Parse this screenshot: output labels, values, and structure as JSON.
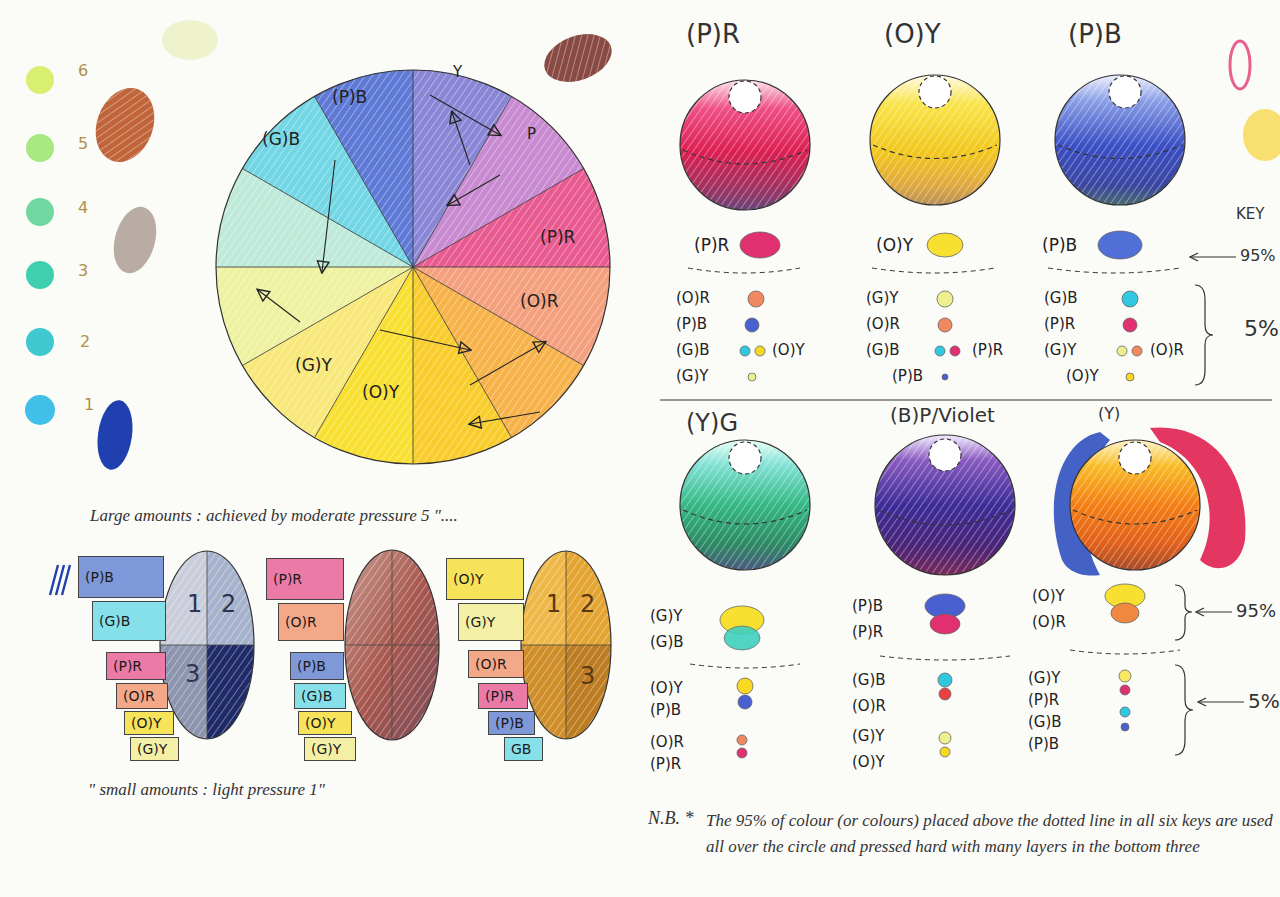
{
  "diagram": {
    "nodes": [
      {
        "text": [
          "(P)B"
        ]
      },
      {
        "text": [
          "(G)B"
        ]
      },
      {
        "text": [
          "(P)R"
        ]
      },
      {
        "text": [
          "(O)R"
        ]
      },
      {
        "text": [
          "(O)Y"
        ]
      },
      {
        "text": [
          "(G)Y"
        ]
      },
      {
        "text": [
          "1",
          "2",
          "3"
        ]
      },
      {
        "text": [
          "(P)R"
        ]
      },
      {
        "text": [
          "(O)R"
        ]
      },
      {
        "text": [
          "(P)B"
        ]
      },
      {
        "text": [
          "(G)B"
        ]
      },
      {
        "text": [
          "(O)Y"
        ]
      },
      {
        "text": [
          "(G)Y"
        ]
      },
      {
        "text": [
          "(O)Y"
        ]
      },
      {
        "text": [
          "(G)Y"
        ]
      },
      {
        "text": [
          "(O)R"
        ]
      },
      {
        "text": [
          "(P)R"
        ]
      },
      {
        "text": [
          "(P)B"
        ]
      },
      {
        "text": [
          "GB"
        ]
      },
      {
        "text": [
          "1",
          "2",
          "3"
        ]
      }
    ],
    "labels": [
      "6",
      "5",
      "4",
      "3",
      "2",
      "1",
      "(G)B",
      "(P)B",
      "Y",
      "P",
      "(P)R",
      "(O)R",
      "(O)Y",
      "(G)Y",
      "Large amounts : achieved by moderate pressure 5 \"....",
      "\" small amounts : light pressure 1\"",
      "(P)R",
      "(O)Y",
      "(P)B",
      "(P)R",
      "(O)R",
      "(P)B",
      "(G)B",
      "(O)Y",
      "(G)Y",
      "(O)Y",
      "(G)Y",
      "(O)R",
      "(G)B",
      "(P)R",
      "(P)B",
      "(P)B",
      "(G)B",
      "(P)R",
      "(G)Y",
      "(O)R",
      "(O)Y",
      "KEY",
      "95%",
      "5%",
      "(Y)G",
      "(B)P/Violet",
      "(Y)",
      "(G)Y",
      "(G)B",
      "(O)Y",
      "(P)B",
      "(O)R",
      "(P)R",
      "(P)B",
      "(P)R",
      "(G)B",
      "(O)R",
      "(G)Y",
      "(O)Y",
      "(O)Y",
      "(O)R",
      "(G)Y",
      "(P)R",
      "(G)B",
      "(P)B",
      "95%",
      "5%",
      "N.B. *",
      "The 95% of colour (or colours) placed above the dotted line in all six keys are used all over the circle and pressed hard with many layers in the bottom three"
    ]
  }
}
